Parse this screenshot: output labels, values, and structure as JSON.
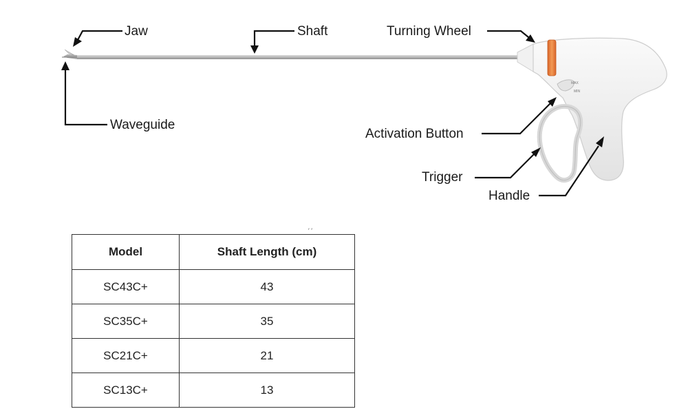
{
  "labels": {
    "jaw": "Jaw",
    "shaft": "Shaft",
    "turning_wheel": "Turning Wheel",
    "waveguide": "Waveguide",
    "activation_button": "Activation Button",
    "trigger": "Trigger",
    "handle": "Handle"
  },
  "device_markings": {
    "max": "MAX",
    "min": "MIN"
  },
  "colors": {
    "turning_wheel_accent": "#e8782e",
    "device_body": "#ececec",
    "line": "#111111"
  },
  "table": {
    "headers": [
      "Model",
      "Shaft Length (cm)"
    ],
    "rows": [
      [
        "SC43C+",
        "43"
      ],
      [
        "SC35C+",
        "35"
      ],
      [
        "SC21C+",
        "21"
      ],
      [
        "SC13C+",
        "13"
      ]
    ]
  }
}
